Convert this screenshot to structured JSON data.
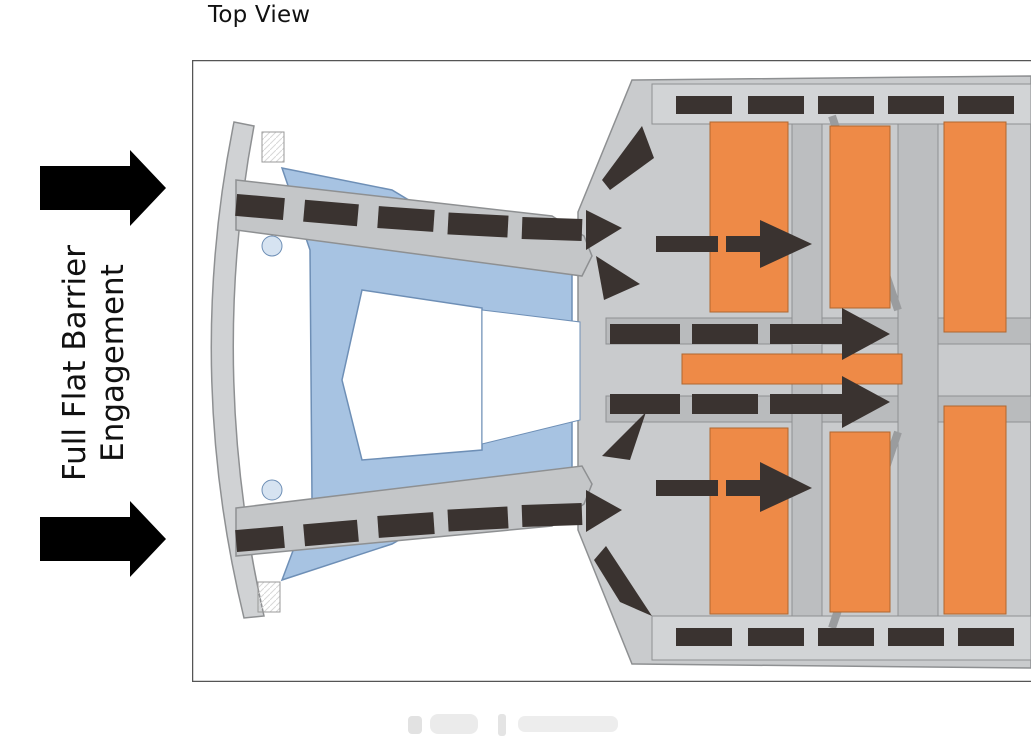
{
  "view_title": "Top View",
  "side_label_line1": "Full Flat Barrier",
  "side_label_line2": "Engagement",
  "colors": {
    "arrow": "#3a3330",
    "barrier_arrow": "#000000",
    "subframe": "#8fb3d9",
    "battery": "#ee8a47",
    "rail": "#c4c6c8",
    "frame_border": "#555555"
  },
  "icons": [
    "barrier-arrow-icon",
    "load-path-arrow-icon",
    "watermark-logo-icon"
  ]
}
